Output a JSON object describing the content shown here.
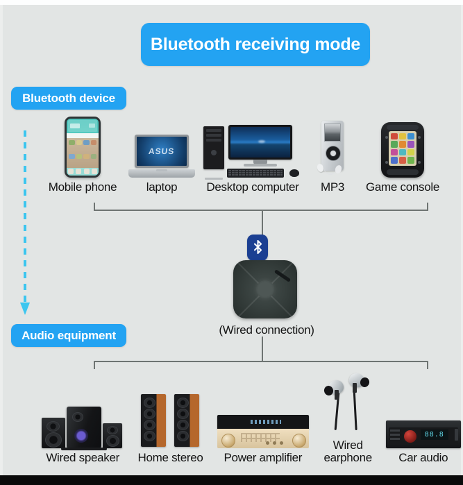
{
  "title": {
    "text": "Bluetooth receiving mode"
  },
  "labels": {
    "bluetooth_device": "Bluetooth device",
    "audio_equipment": "Audio equipment",
    "wired_connection": "(Wired connection)"
  },
  "colors": {
    "background": "#e2e5e4",
    "pill_blue": "#23a3f2",
    "arrow_cyan": "#3cc6ef",
    "bracket_gray": "#6e7472",
    "bt_badge_blue": "#1b3f92",
    "receiver_dark": "#2f3735",
    "bottom_bar": "#0a0a0a"
  },
  "icons": {
    "bluetooth_badge": "bluetooth-icon",
    "flow_arrow": "arrow-down-icon"
  },
  "source_devices": [
    {
      "label": "Mobile phone",
      "icon": "smartphone-icon"
    },
    {
      "label": "laptop",
      "icon": "laptop-icon"
    },
    {
      "label": "Desktop computer",
      "icon": "desktop-computer-icon"
    },
    {
      "label": "MP3",
      "icon": "mp3-player-icon"
    },
    {
      "label": "Game console",
      "icon": "game-console-icon"
    }
  ],
  "output_devices": [
    {
      "label": "Wired speaker",
      "icon": "speaker-system-icon"
    },
    {
      "label": "Home stereo",
      "icon": "tower-speakers-icon"
    },
    {
      "label": "Power amplifier",
      "icon": "amplifier-icon"
    },
    {
      "label": "Wired\nearphone",
      "icon": "earphones-icon"
    },
    {
      "label": "Car audio",
      "icon": "car-stereo-icon"
    }
  ],
  "center": {
    "device": "bluetooth-receiver",
    "caption": "(Wired connection)"
  }
}
